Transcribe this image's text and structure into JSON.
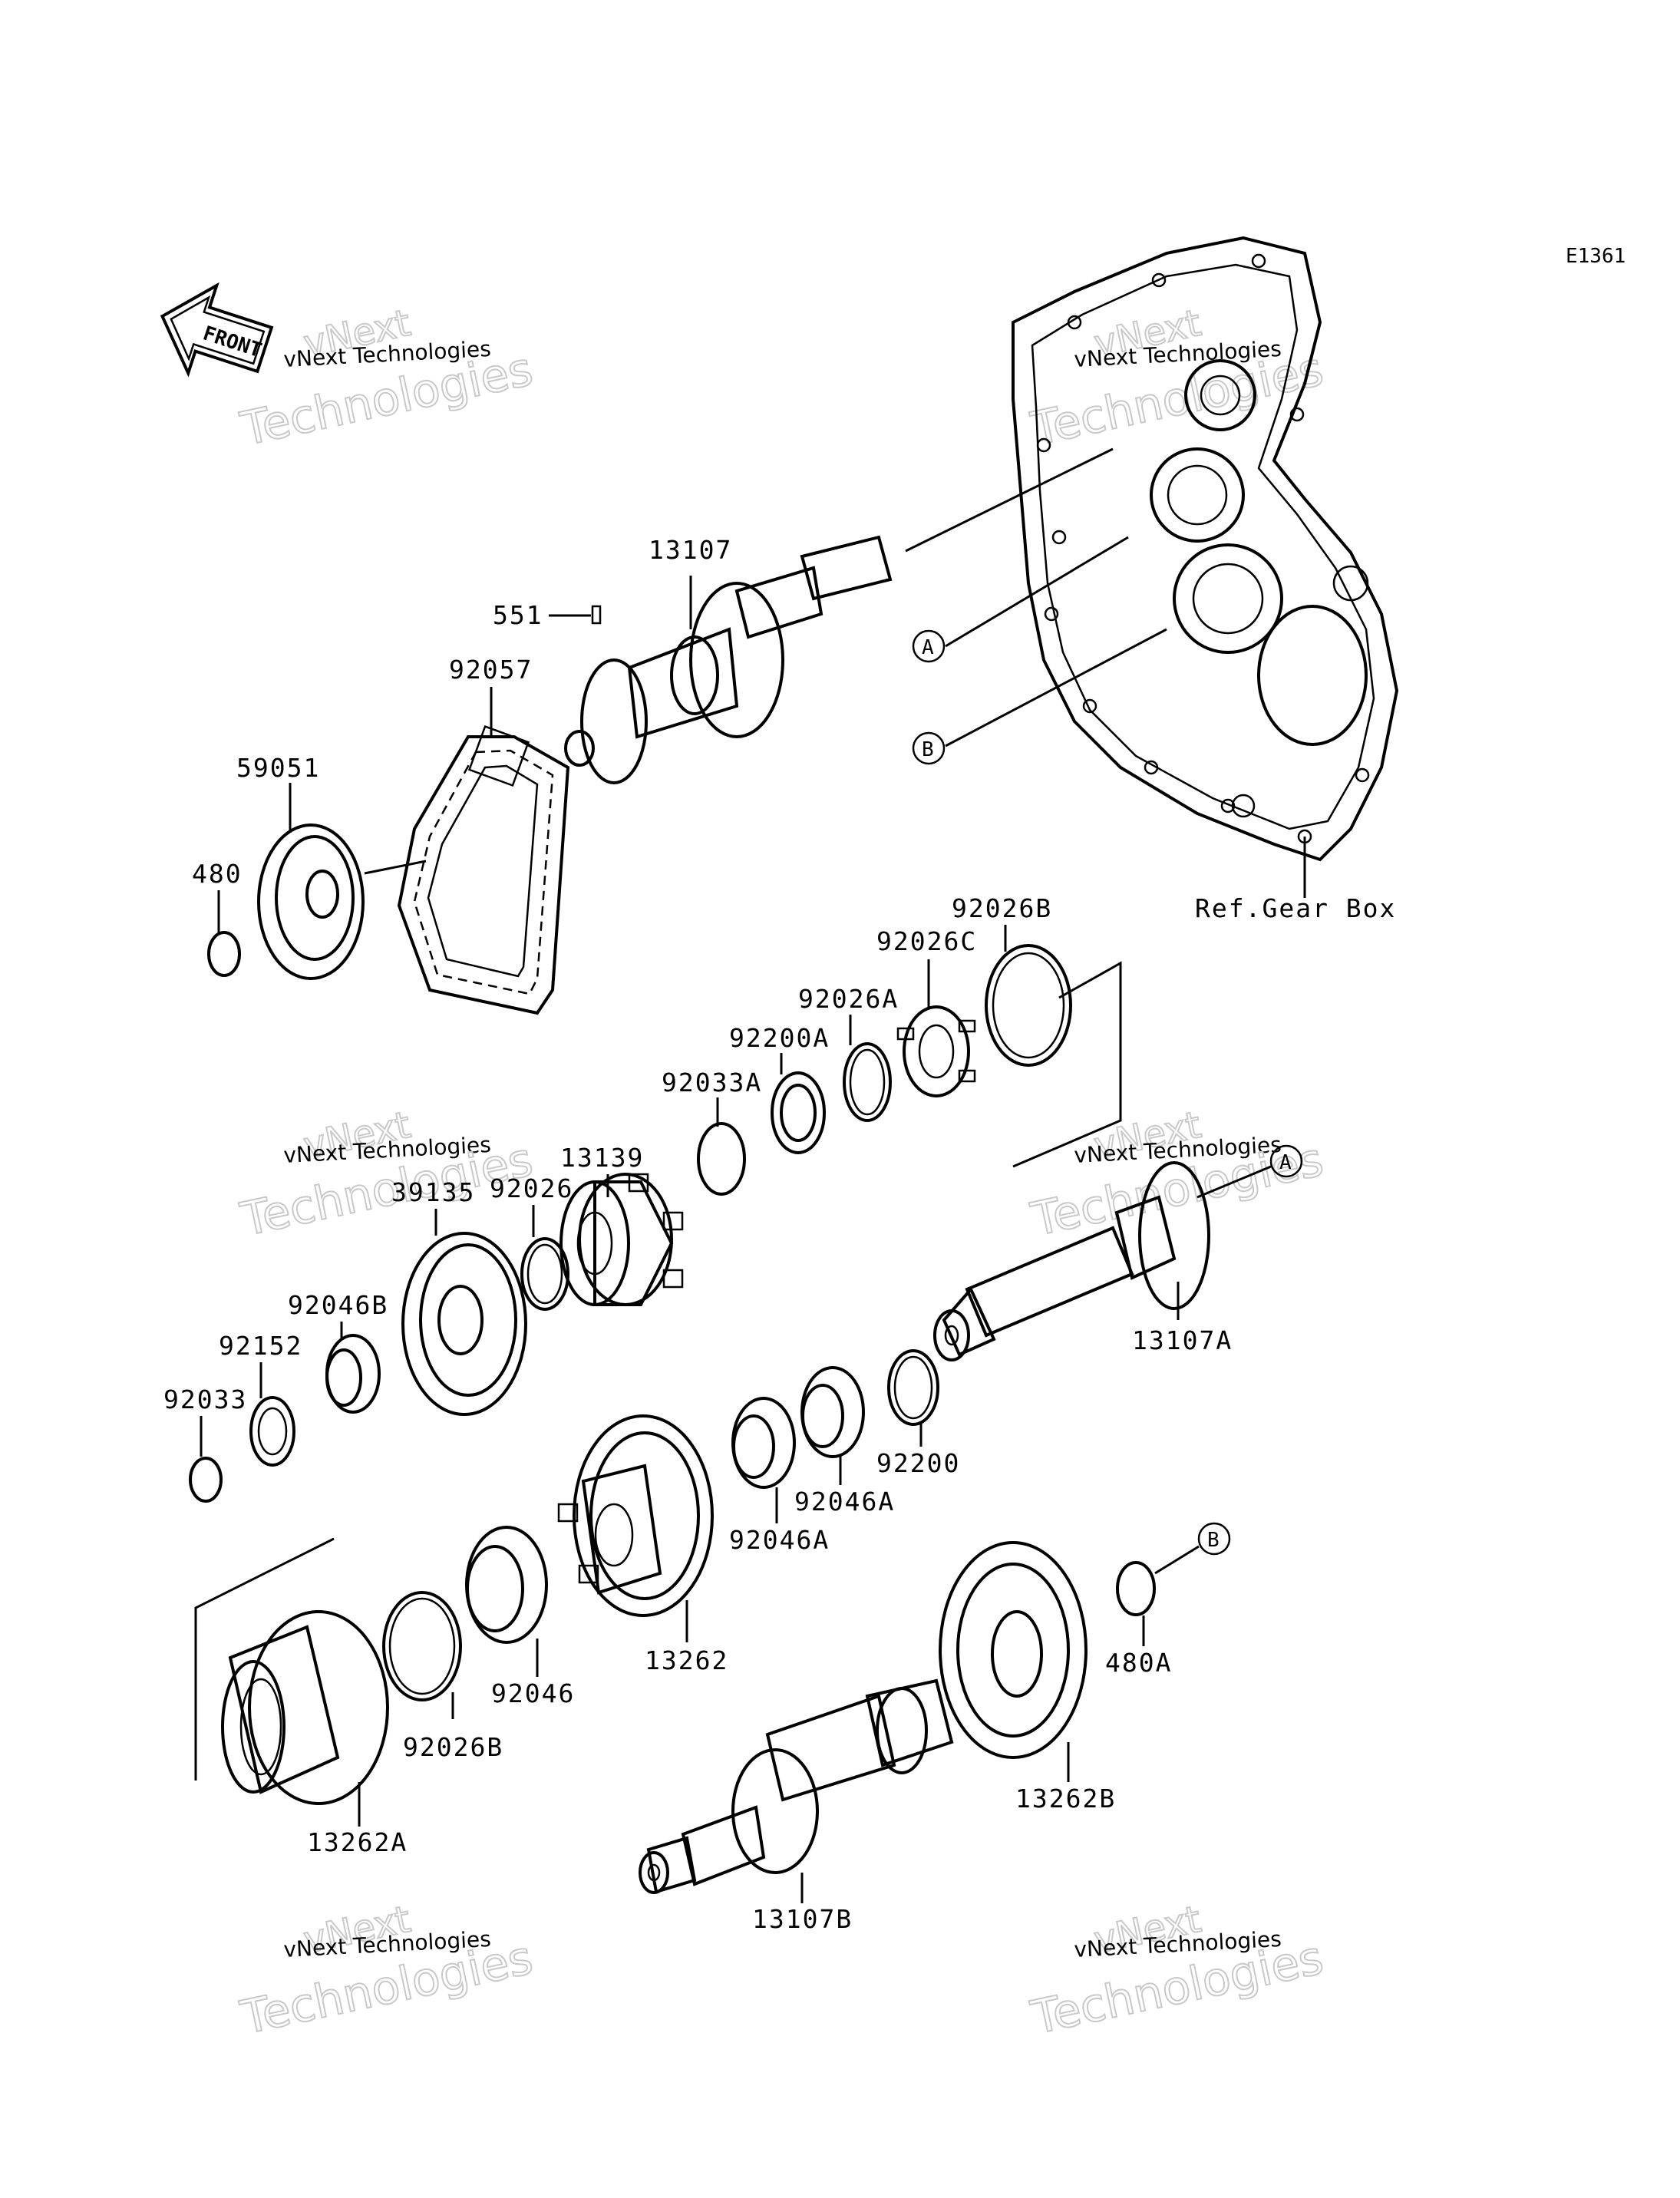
{
  "drawing_code": "E1361",
  "front_badge": "FRONT",
  "reference_label": "Ref.Gear Box",
  "watermark": {
    "line1": "vNext",
    "line2": "vNext Technologies",
    "line3": "Technologies"
  },
  "callouts": {
    "A": "A",
    "B": "B"
  },
  "parts": [
    {
      "id": "p-13107",
      "number": "13107"
    },
    {
      "id": "p-551",
      "number": "551"
    },
    {
      "id": "p-92057",
      "number": "92057"
    },
    {
      "id": "p-59051",
      "number": "59051"
    },
    {
      "id": "p-480",
      "number": "480"
    },
    {
      "id": "p-92026B-top",
      "number": "92026B"
    },
    {
      "id": "p-92026C",
      "number": "92026C"
    },
    {
      "id": "p-92026A",
      "number": "92026A"
    },
    {
      "id": "p-92200A",
      "number": "92200A"
    },
    {
      "id": "p-92033A",
      "number": "92033A"
    },
    {
      "id": "p-13139",
      "number": "13139"
    },
    {
      "id": "p-39135",
      "number": "39135"
    },
    {
      "id": "p-92026",
      "number": "92026"
    },
    {
      "id": "p-92046B",
      "number": "92046B"
    },
    {
      "id": "p-92152",
      "number": "92152"
    },
    {
      "id": "p-92033",
      "number": "92033"
    },
    {
      "id": "p-13107A",
      "number": "13107A"
    },
    {
      "id": "p-92200",
      "number": "92200"
    },
    {
      "id": "p-92046A-1",
      "number": "92046A"
    },
    {
      "id": "p-92046A-2",
      "number": "92046A"
    },
    {
      "id": "p-13262",
      "number": "13262"
    },
    {
      "id": "p-92046",
      "number": "92046"
    },
    {
      "id": "p-92026B-bot",
      "number": "92026B"
    },
    {
      "id": "p-13262A",
      "number": "13262A"
    },
    {
      "id": "p-480A",
      "number": "480A"
    },
    {
      "id": "p-13262B",
      "number": "13262B"
    },
    {
      "id": "p-13107B",
      "number": "13107B"
    }
  ]
}
